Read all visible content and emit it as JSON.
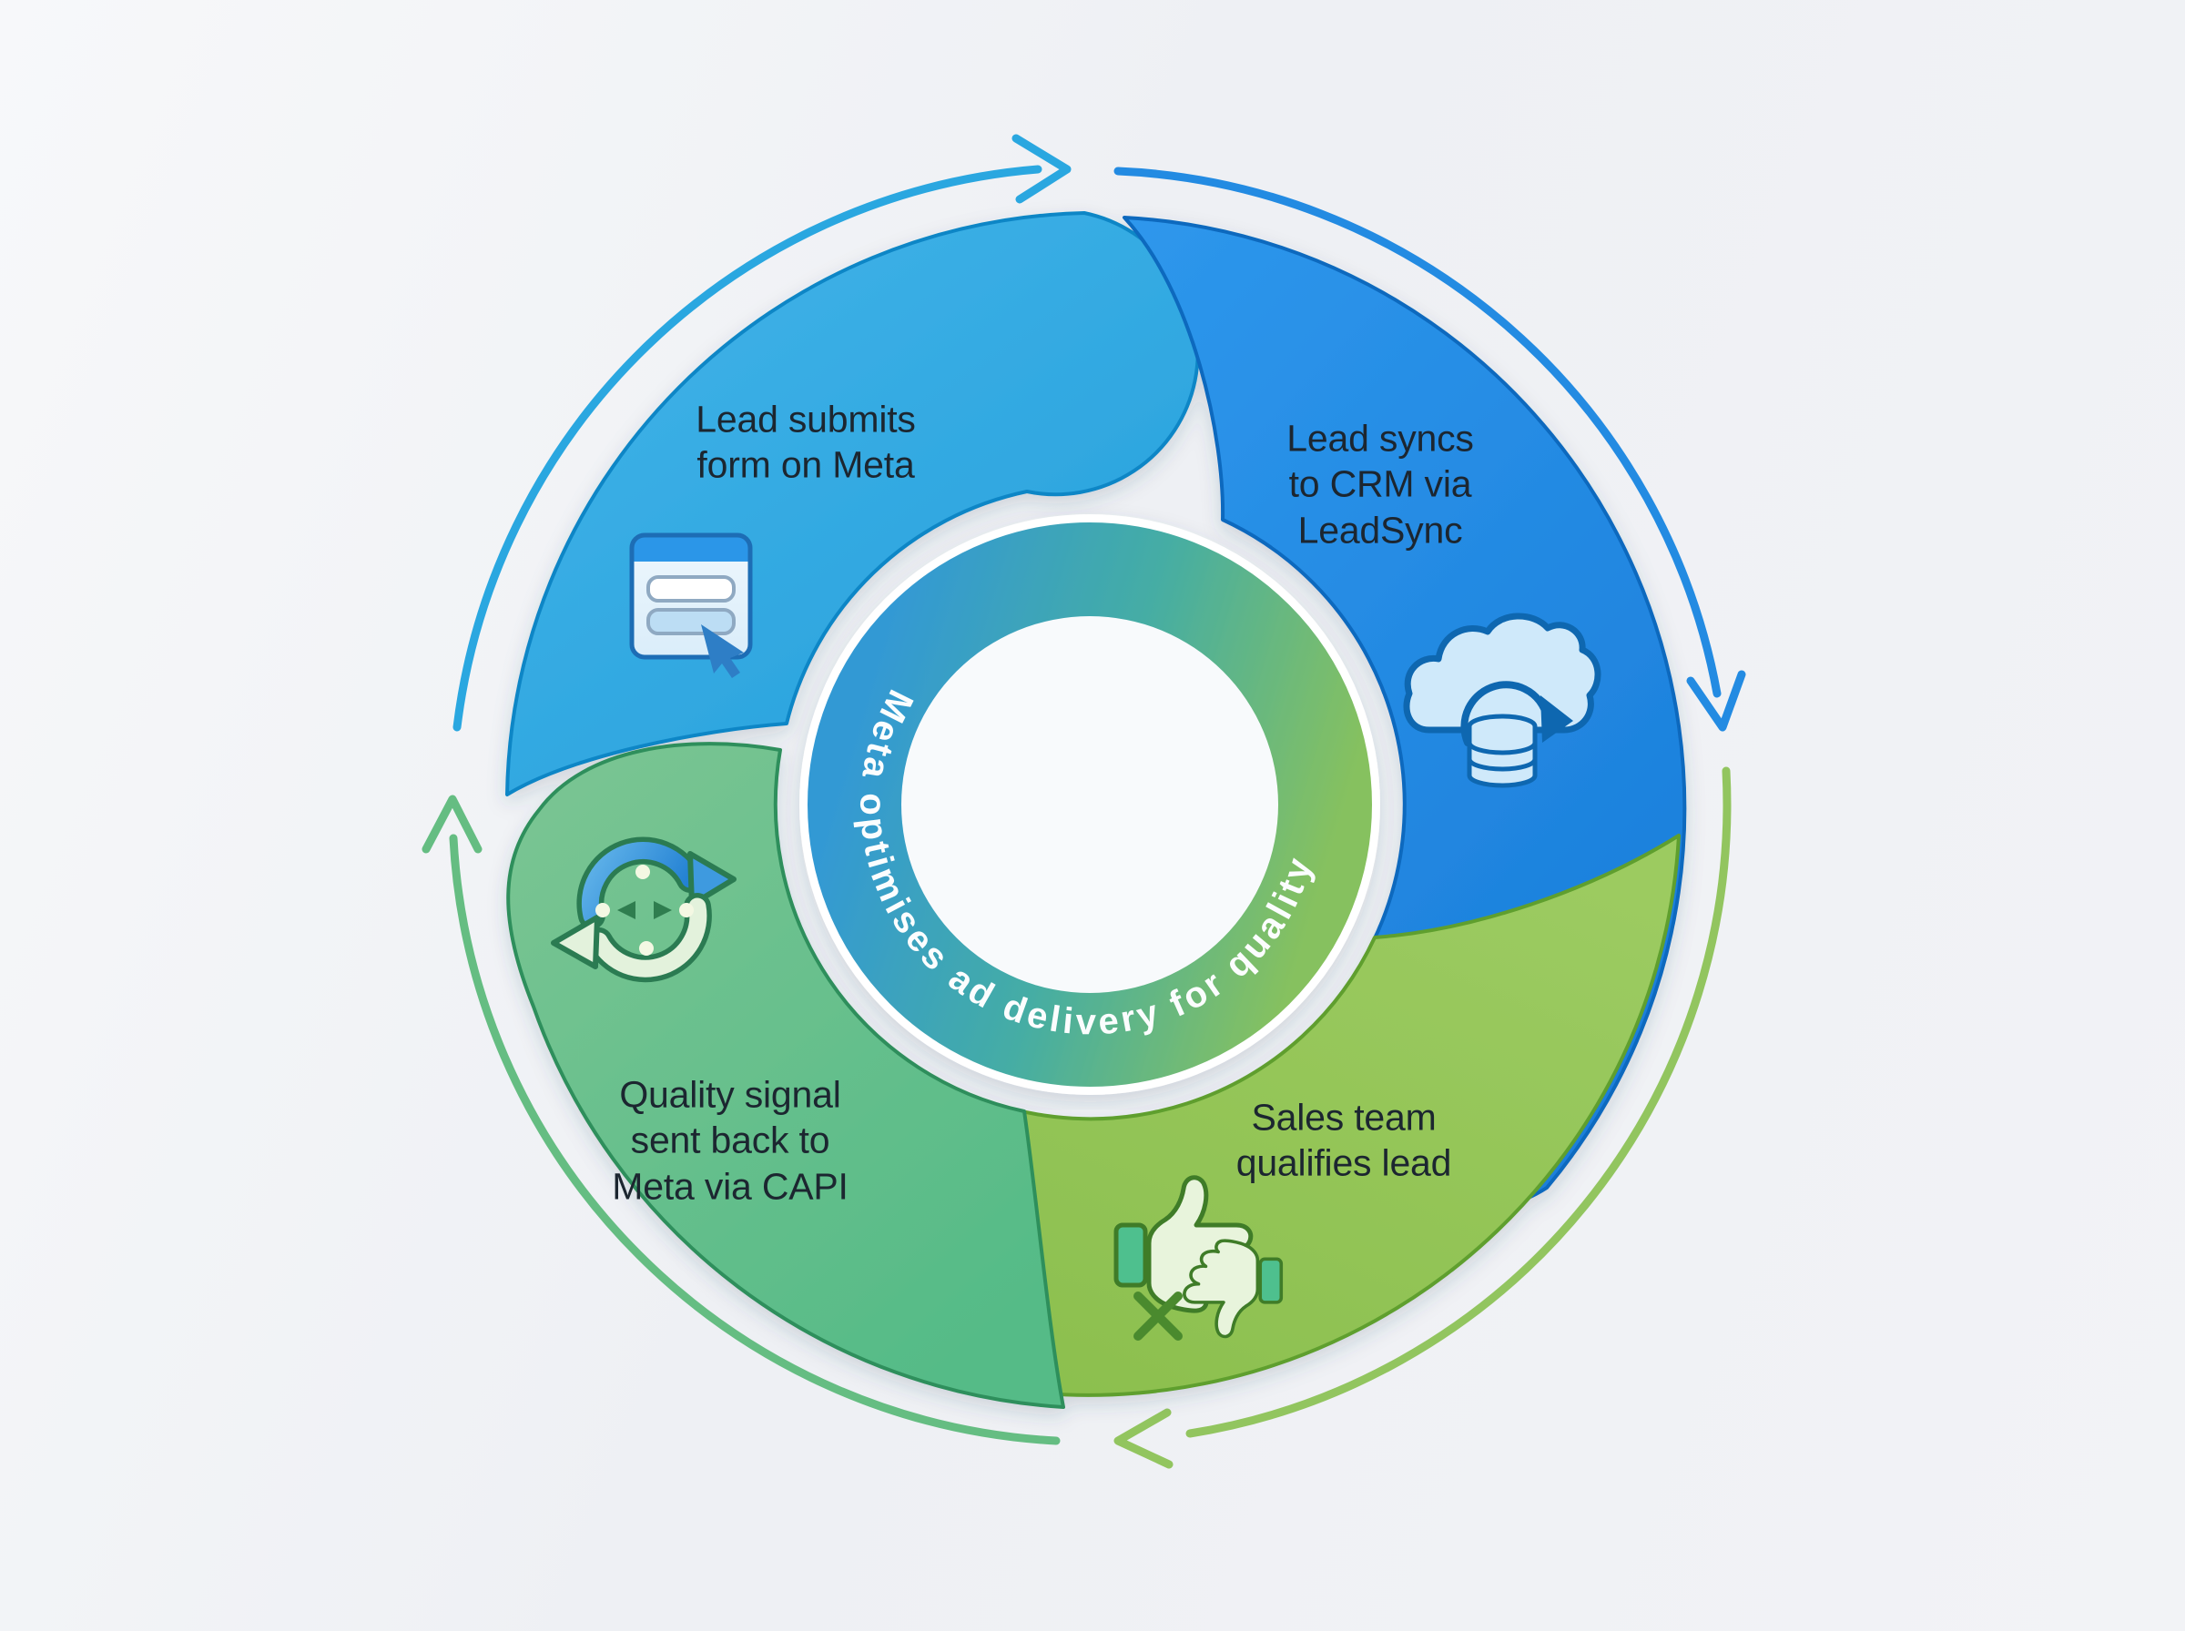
{
  "diagram": {
    "ring_text": "Meta optimises ad delivery for quality",
    "segments": [
      {
        "name": "lead-submits-form",
        "lines": [
          "Lead submits",
          "form on Meta"
        ],
        "color": "#2fa9e1",
        "icon": "form-click-icon"
      },
      {
        "name": "lead-syncs-crm",
        "lines": [
          "Lead syncs",
          "to CRM via",
          "LeadSync"
        ],
        "color": "#1e88e0",
        "icon": "cloud-crm-sync-icon"
      },
      {
        "name": "sales-team-qualifies",
        "lines": [
          "Sales team",
          "qualifies lead"
        ],
        "color": "#95c558",
        "icon": "thumbs-up-down-icon"
      },
      {
        "name": "quality-signal-capi",
        "lines": [
          "Quality signal",
          "sent back to",
          "Meta via CAPI"
        ],
        "color": "#6dbe85",
        "icon": "capi-sync-icon"
      }
    ],
    "flow": {
      "direction": "clockwise",
      "arrow_colors": [
        "#2aa7e0",
        "#238be2",
        "#92c55f",
        "#65bd82"
      ]
    },
    "ring_gradient": [
      "#3399d4",
      "#45ada4",
      "#86c15f"
    ],
    "ring_text_color": "#fbfdfe",
    "label_text_color": "#1c2630",
    "background_color": "#f1f2f5"
  }
}
